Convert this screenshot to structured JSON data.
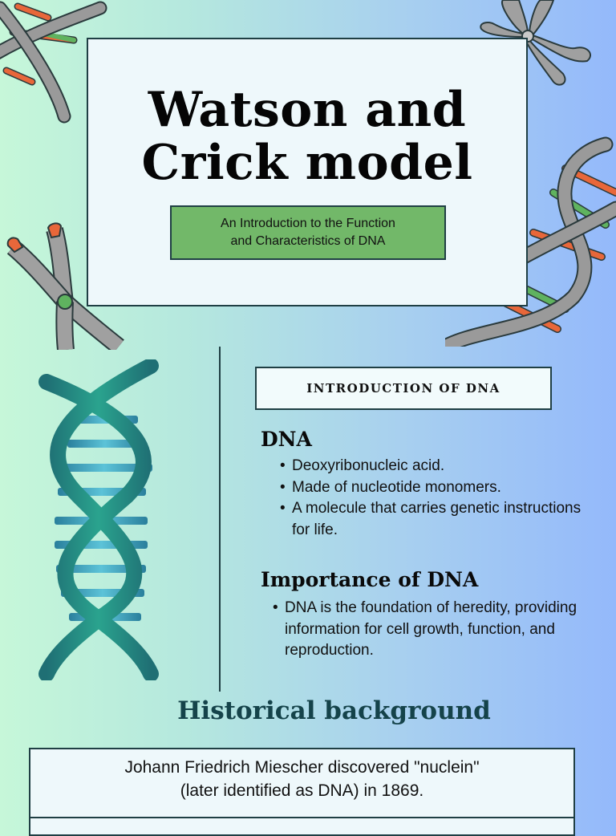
{
  "title": {
    "line1": "Watson and",
    "line2": "Crick model",
    "subtitle_line1": "An Introduction to the Function",
    "subtitle_line2": "and Characteristics of DNA"
  },
  "intro": {
    "box_label": "INTRODUCTION OF DNA",
    "dna_heading": "DNA",
    "dna_points": [
      "Deoxyribonucleic acid.",
      "Made of nucleotide monomers.",
      "A molecule that carries genetic instructions for life."
    ],
    "importance_heading": "Importance of DNA",
    "importance_points": [
      "DNA is the foundation of heredity, providing information for cell growth, function, and reproduction."
    ]
  },
  "history": {
    "heading": "Historical background",
    "line1": "Johann Friedrich Miescher discovered \"nuclein\"",
    "line2": "(later identified as DNA) in 1869."
  },
  "colors": {
    "accent_green": "#72b869",
    "dark_teal": "#15434a",
    "helix_teal": "#2a9d88",
    "helix_blue": "#3aa6c0",
    "gray_strand": "#9a9a9a",
    "orange_base": "#e8673a"
  },
  "decorations": [
    "dna-helix-icon",
    "chromosome-icon"
  ]
}
